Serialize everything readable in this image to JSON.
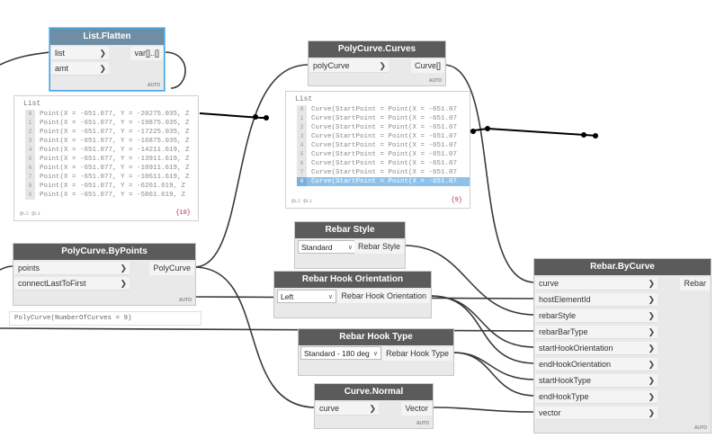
{
  "nodes": {
    "list_flatten": {
      "title": "List.Flatten",
      "inputs": [
        "list",
        "amt"
      ],
      "output": "var[]..[]",
      "lacing": "AUTO"
    },
    "polycurve_curves": {
      "title": "PolyCurve.Curves",
      "inputs": [
        "polyCurve"
      ],
      "output": "Curve[]",
      "lacing": "AUTO"
    },
    "polycurve_bypoints": {
      "title": "PolyCurve.ByPoints",
      "inputs": [
        "points",
        "connectLastToFirst"
      ],
      "output": "PolyCurve",
      "lacing": "AUTO"
    },
    "rebar_style": {
      "title": "Rebar Style",
      "selected": "Standard",
      "output": "Rebar Style"
    },
    "rebar_hook_orientation": {
      "title": "Rebar Hook Orientation",
      "selected": "Left",
      "output": "Rebar Hook Orientation"
    },
    "rebar_hook_type": {
      "title": "Rebar Hook Type",
      "selected": "Standard - 180 deg",
      "output": "Rebar Hook Type"
    },
    "curve_normal": {
      "title": "Curve.Normal",
      "inputs": [
        "curve"
      ],
      "output": "Vector",
      "lacing": "AUTO"
    },
    "rebar_bycurve": {
      "title": "Rebar.ByCurve",
      "inputs": [
        "curve",
        "hostElementId",
        "rebarStyle",
        "rebarBarType",
        "startHookOrientation",
        "endHookOrientation",
        "startHookType",
        "endHookType",
        "vector"
      ],
      "output": "Rebar",
      "lacing": "AUTO"
    }
  },
  "watch_points": {
    "title": "List",
    "items": [
      {
        "idx": "0",
        "text": "Point(X = -651.077, Y = -20275.035, Z"
      },
      {
        "idx": "1",
        "text": "Point(X = -651.077, Y = -19875.035, Z"
      },
      {
        "idx": "2",
        "text": "Point(X = -651.077, Y = -17225.035, Z"
      },
      {
        "idx": "3",
        "text": "Point(X = -651.077, Y = -16875.035, Z"
      },
      {
        "idx": "4",
        "text": "Point(X = -651.077, Y = -14211.619, Z"
      },
      {
        "idx": "5",
        "text": "Point(X = -651.077, Y = -13911.619, Z"
      },
      {
        "idx": "6",
        "text": "Point(X = -651.077, Y = -10911.619, Z"
      },
      {
        "idx": "7",
        "text": "Point(X = -651.077, Y = -10611.619, Z"
      },
      {
        "idx": "8",
        "text": "Point(X = -651.077, Y = -6261.619, Z"
      },
      {
        "idx": "9",
        "text": "Point(X = -651.077, Y = -5861.619, Z"
      }
    ],
    "levels": "@L2 @L1",
    "count": "{10}"
  },
  "watch_curves": {
    "title": "List",
    "items": [
      {
        "idx": "0",
        "text": "Curve(StartPoint = Point(X = -651.07"
      },
      {
        "idx": "1",
        "text": "Curve(StartPoint = Point(X = -651.07"
      },
      {
        "idx": "2",
        "text": "Curve(StartPoint = Point(X = -651.07"
      },
      {
        "idx": "3",
        "text": "Curve(StartPoint = Point(X = -651.07"
      },
      {
        "idx": "4",
        "text": "Curve(StartPoint = Point(X = -651.07"
      },
      {
        "idx": "5",
        "text": "Curve(StartPoint = Point(X = -651.07"
      },
      {
        "idx": "6",
        "text": "Curve(StartPoint = Point(X = -651.07"
      },
      {
        "idx": "7",
        "text": "Curve(StartPoint = Point(X = -651.07"
      },
      {
        "idx": "8",
        "text": "Curve(StartPoint = Point(X = -651.07"
      }
    ],
    "levels": "@L2 @L1",
    "count": "{9}"
  },
  "polycurve_preview": "PolyCurve(NumberOfCurves = 9)",
  "colors": {
    "node_header": "#5b5b5b",
    "selected_border": "#4aa3df",
    "wire": "#333333",
    "highlight": "#8fc2ea"
  }
}
